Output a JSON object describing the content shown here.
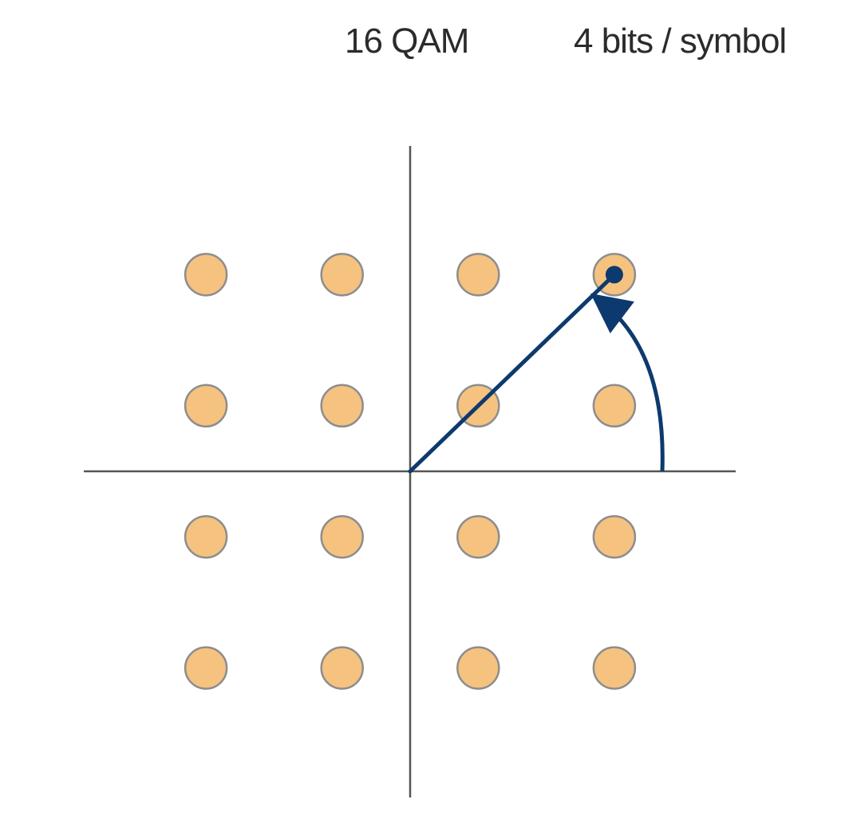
{
  "title": "16 QAM",
  "subtitle": "4 bits / symbol",
  "constellation": {
    "levels": [
      -3,
      -1,
      1,
      3
    ],
    "selected_symbol": {
      "i": 3,
      "q": 3
    }
  },
  "colors": {
    "point_fill": "#f6c27f",
    "point_stroke": "#8d8d8d",
    "axis": "#555555",
    "vector": "#0d3a6e"
  }
}
